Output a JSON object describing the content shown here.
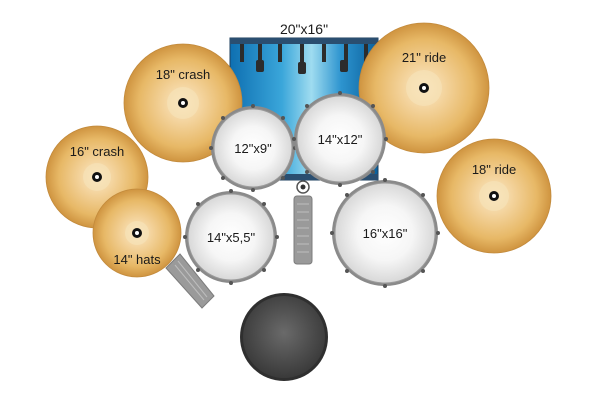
{
  "kit": {
    "bass_drum": {
      "label": "20\"x16\""
    },
    "tom_left": {
      "label": "12\"x9\""
    },
    "tom_right": {
      "label": "14\"x12\""
    },
    "snare": {
      "label": "14\"x5,5\""
    },
    "floor_tom": {
      "label": "16\"x16\""
    },
    "crash_18": {
      "label": "18\" crash"
    },
    "crash_16": {
      "label": "16\" crash"
    },
    "hats_14": {
      "label": "14\" hats"
    },
    "ride_21": {
      "label": "21\" ride"
    },
    "ride_18": {
      "label": "18\" ride"
    }
  },
  "colors": {
    "cymbal_light": "#f6dcae",
    "cymbal_mid": "#ecc17a",
    "cymbal_dark": "#c98f3d",
    "bass_shell_light": "#7ecbe8",
    "bass_shell_dark": "#0e6fb1",
    "head": "#ffffff",
    "hoop": "#7a7a7a",
    "pedal": "#9a9a9a",
    "seat": "#4a4a4a"
  }
}
